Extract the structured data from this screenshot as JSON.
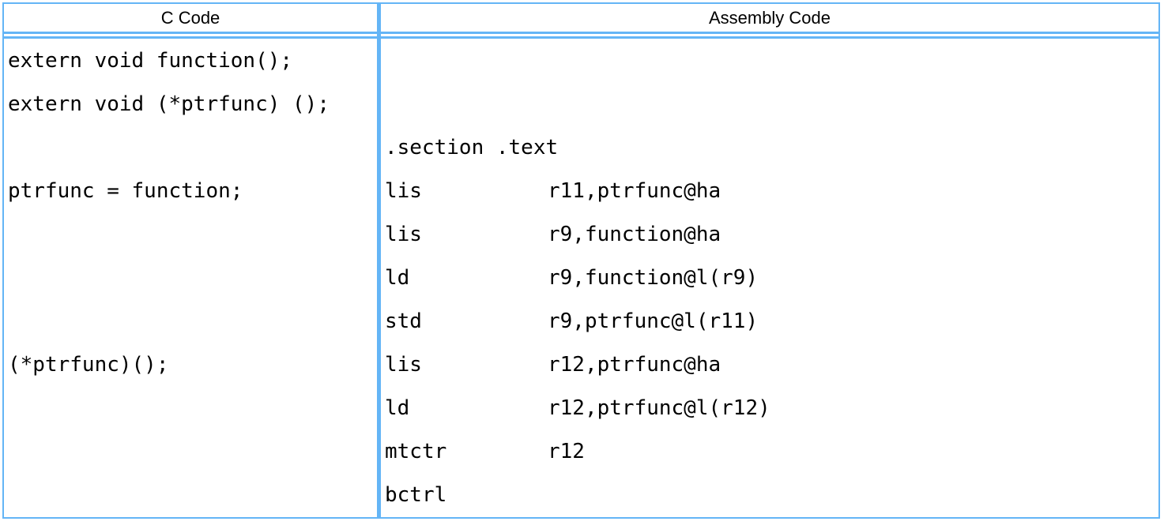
{
  "colors": {
    "border_blue": "#64B5F6",
    "text": "#000000",
    "background": "#ffffff"
  },
  "table": {
    "headers": {
      "c": "C Code",
      "asm": "Assembly Code"
    },
    "rows": [
      {
        "c": "extern void function();",
        "mnemonic": "",
        "operands": ""
      },
      {
        "c": "extern void (*ptrfunc) ();",
        "mnemonic": "",
        "operands": ""
      },
      {
        "c": "",
        "mnemonic": ".section .text",
        "operands": ""
      },
      {
        "c": "ptrfunc = function;",
        "mnemonic": "lis",
        "operands": "r11,ptrfunc@ha"
      },
      {
        "c": "",
        "mnemonic": "lis",
        "operands": "r9,function@ha"
      },
      {
        "c": "",
        "mnemonic": "ld",
        "operands": "r9,function@l(r9)"
      },
      {
        "c": "",
        "mnemonic": "std",
        "operands": "r9,ptrfunc@l(r11)"
      },
      {
        "c": "(*ptrfunc)();",
        "mnemonic": "lis",
        "operands": "r12,ptrfunc@ha"
      },
      {
        "c": "",
        "mnemonic": "ld",
        "operands": "r12,ptrfunc@l(r12)"
      },
      {
        "c": "",
        "mnemonic": "mtctr",
        "operands": "r12"
      },
      {
        "c": "",
        "mnemonic": "bctrl",
        "operands": ""
      }
    ]
  }
}
